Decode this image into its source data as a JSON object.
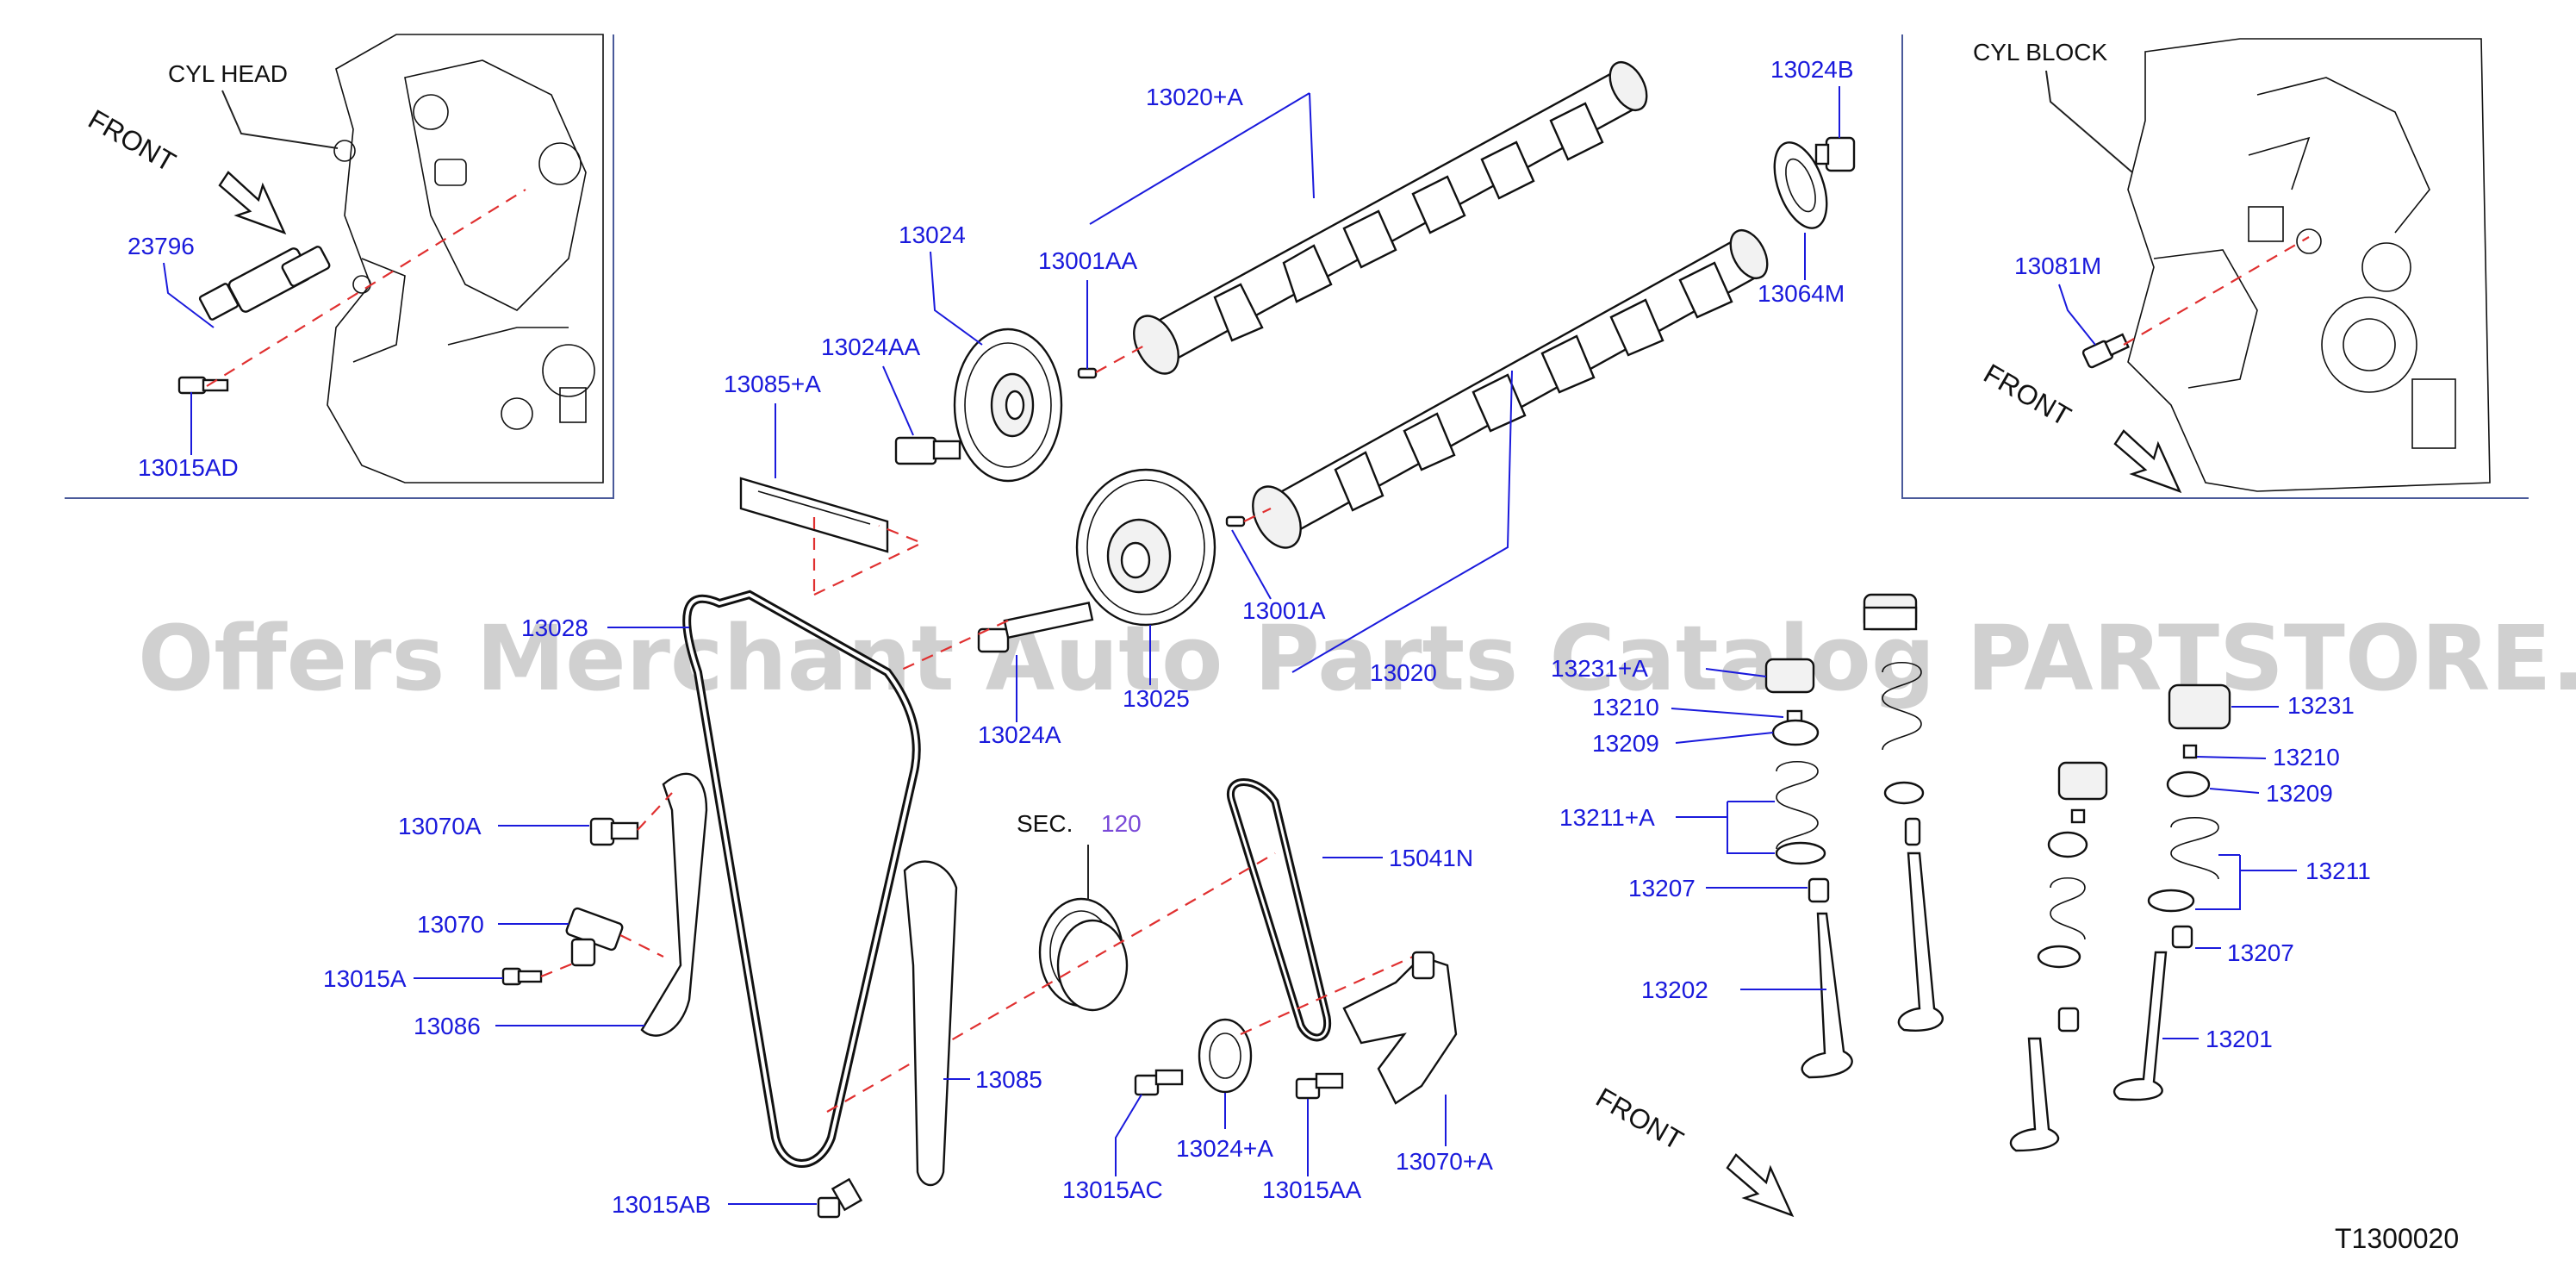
{
  "diagram": {
    "watermark": "Offers Merchant Auto Parts Catalog PARTSTORE.SA",
    "figure_code": "T1300020",
    "context_labels": {
      "cyl_head": "CYL   HEAD",
      "cyl_block": "CYL   BLOCK",
      "front": "FRONT",
      "sec": "SEC.",
      "sec_num": "120"
    },
    "parts": {
      "p23796": "23796",
      "p13015AD": "13015AD",
      "p13020A": "13020+A",
      "p13024": "13024",
      "p13001AA": "13001AA",
      "p13024B": "13024B",
      "p13064M": "13064M",
      "p13024AA": "13024AA",
      "p13085A": "13085+A",
      "p13081M": "13081M",
      "p13028": "13028",
      "p13001A": "13001A",
      "p13020": "13020",
      "p13024A": "13024A",
      "p13025": "13025",
      "p13231A": "13231+A",
      "p13210_left": "13210",
      "p13209_left": "13209",
      "p13211A": "13211+A",
      "p13207_left": "13207",
      "p13202": "13202",
      "p13231": "13231",
      "p13210_right": "13210",
      "p13209_right": "13209",
      "p13211": "13211",
      "p13207_right": "13207",
      "p13201": "13201",
      "p13070A": "13070A",
      "p13070": "13070",
      "p13015A": "13015A",
      "p13086": "13086",
      "p15041N": "15041N",
      "p13085": "13085",
      "p13024plusA": "13024+A",
      "p13015AC": "13015AC",
      "p13015AA": "13015AA",
      "p13070plusA": "13070+A",
      "p13015AB": "13015AB"
    }
  }
}
